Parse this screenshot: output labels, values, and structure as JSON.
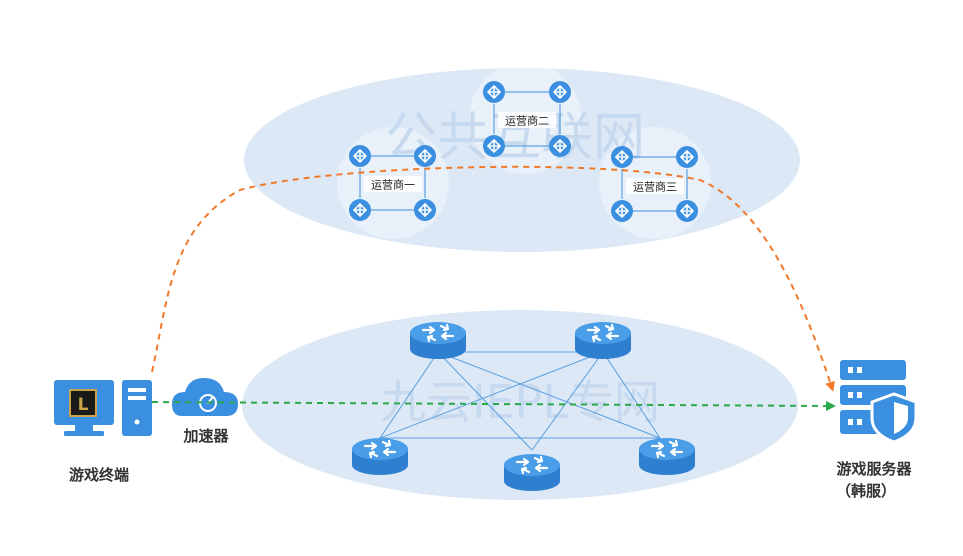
{
  "networks": {
    "public": {
      "watermark": "公共互联网"
    },
    "private": {
      "watermark": "九云IEPL专网"
    }
  },
  "carriers": [
    {
      "label": "运营商一"
    },
    {
      "label": "运营商二"
    },
    {
      "label": "运营商三"
    }
  ],
  "nodes": {
    "terminal": {
      "label": "游戏终端"
    },
    "accelerator": {
      "label": "加速器"
    },
    "server": {
      "label": "游戏服务器",
      "sublabel": "（韩服）"
    }
  },
  "colors": {
    "ellipse_fill": "#dce8f6",
    "router_blue": "#3a8fe0",
    "public_path": "#f07a2a",
    "private_path": "#2aa84a",
    "label_dark": "#333333",
    "watermark": "#c7d9ee"
  },
  "icons": {
    "router": "router-icon",
    "computer": "computer-icon",
    "cloud": "cloud-accelerator-icon",
    "server": "server-shield-icon"
  }
}
